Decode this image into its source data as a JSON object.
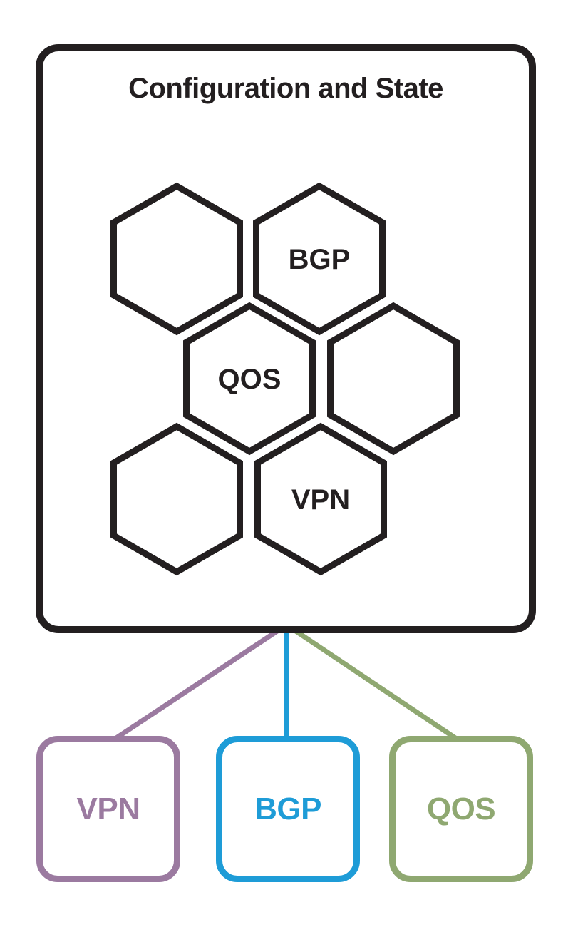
{
  "diagram": {
    "title": "Configuration and State",
    "outline_color": "#231f20",
    "hexagons": [
      {
        "id": "hex-1",
        "label": ""
      },
      {
        "id": "hex-2",
        "label": "BGP"
      },
      {
        "id": "hex-3",
        "label": "QOS"
      },
      {
        "id": "hex-4",
        "label": ""
      },
      {
        "id": "hex-5",
        "label": ""
      },
      {
        "id": "hex-6",
        "label": "VPN"
      }
    ],
    "nodes": [
      {
        "label": "VPN",
        "color": "#9b7aa0"
      },
      {
        "label": "BGP",
        "color": "#1e9cd7"
      },
      {
        "label": "QOS",
        "color": "#8fa871"
      }
    ]
  }
}
